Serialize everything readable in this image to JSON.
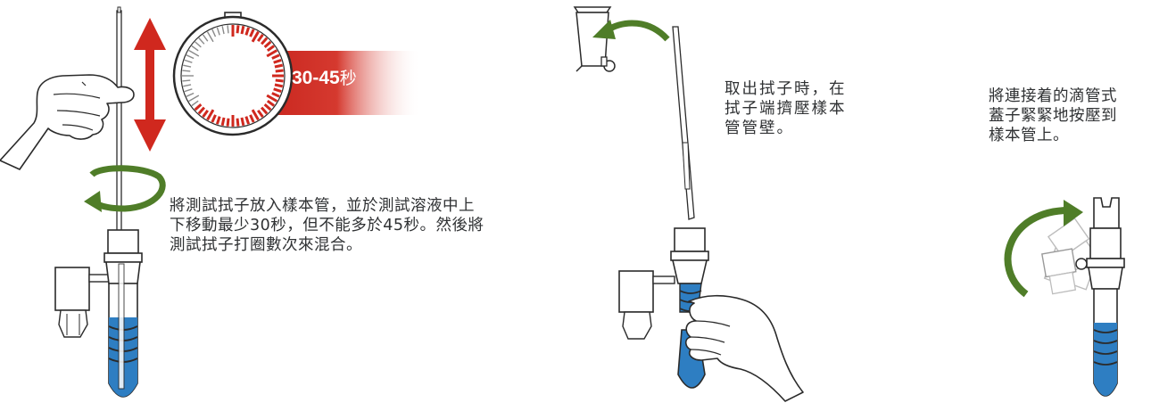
{
  "step1": {
    "instruction_lines": [
      "將測試拭子放入樣本管，並於測試溶液中上",
      "下移動最少30秒，但不能多於45秒。然後將",
      "測試拭子打圈數次來混合。"
    ],
    "timer_range": "30-45",
    "timer_unit": "秒"
  },
  "step2": {
    "instruction_lines": [
      "取出拭子時，在",
      "拭子端擠壓樣本",
      "管管壁。"
    ]
  },
  "step3": {
    "instruction_lines": [
      "將連接着的滴管式",
      "蓋子緊緊地按壓到",
      "樣本管上。"
    ]
  },
  "colors": {
    "liquid_blue": "#2e7ec2",
    "arrow_red": "#d0281e",
    "arrow_green": "#4f7d28",
    "outline": "#2b2b2b"
  },
  "icons": [
    "hand-icon",
    "stopwatch-icon",
    "trash-bin-icon",
    "rotation-arrow-icon",
    "up-down-arrow-icon"
  ]
}
